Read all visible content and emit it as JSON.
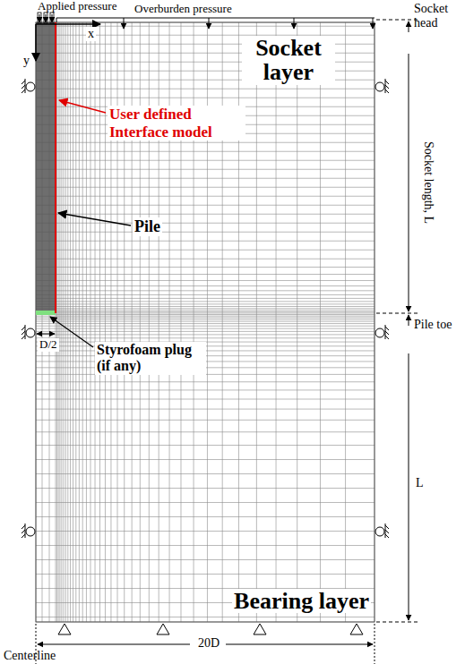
{
  "diagram": {
    "nodes": [
      {
        "text": [
          "Socket layer"
        ]
      },
      {
        "text": [
          "Bearing layer"
        ]
      }
    ],
    "labels": [
      "Applied pressure",
      "Overburden pressure",
      "x",
      "y",
      "User defined Interface model",
      "Pile",
      "Styrofoam plug (if any)",
      "D/2",
      "Socket head",
      "Socket length, L",
      "Pile toe",
      "L",
      "20D",
      "Centerline"
    ]
  }
}
